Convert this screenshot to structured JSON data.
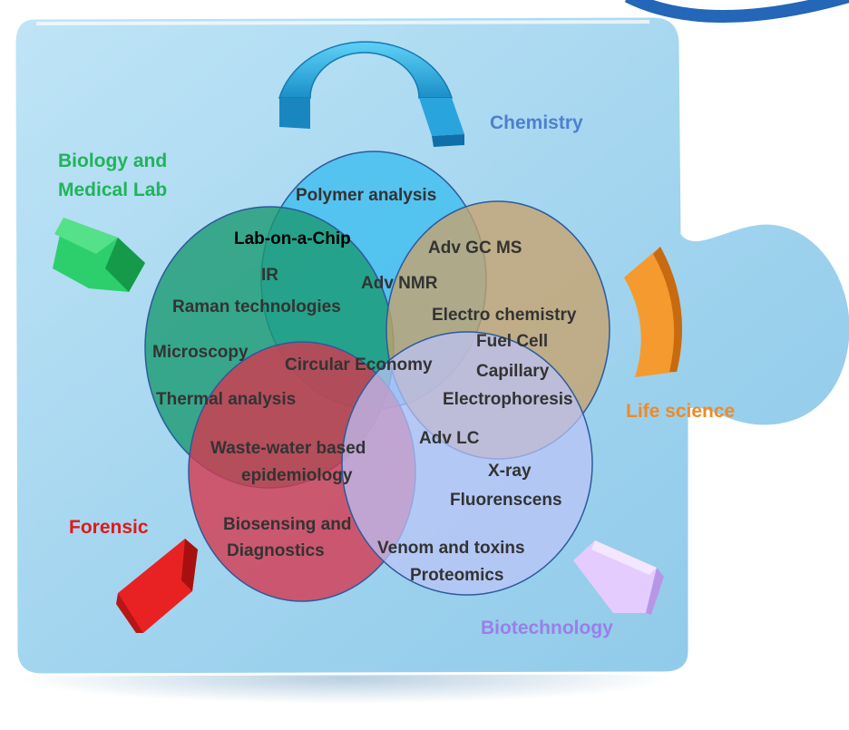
{
  "categories": {
    "chemistry": {
      "label": "Chemistry",
      "color": "#4f7fcf"
    },
    "biology": {
      "line1": "Biology and",
      "line2": "Medical Lab",
      "color": "#21b35b"
    },
    "life_science": {
      "label": "Life science",
      "color": "#f08a24"
    },
    "forensic": {
      "label": "Forensic",
      "color": "#e01919"
    },
    "biotechnology": {
      "label": "Biotechnology",
      "color": "#9b7ee8"
    }
  },
  "circle_colors": {
    "chemistry": "#3bbcf0",
    "biology": "#1a9a72",
    "life_science": "#c8a26c",
    "forensic": "#d4384f",
    "biotechnology": "#bcc4f8"
  },
  "topics": {
    "polymer": "Polymer analysis",
    "lab_on_chip": "Lab-on-a-Chip",
    "adv_gc_ms": "Adv GC MS",
    "ir": "IR",
    "adv_nmr": "Adv NMR",
    "raman": "Raman technologies",
    "electro_chem": "Electro chemistry",
    "fuel_cell": "Fuel Cell",
    "microscopy": "Microscopy",
    "circular_economy": "Circular Economy",
    "capillary": "Capillary",
    "electrophoresis": "Electrophoresis",
    "thermal": "Thermal analysis",
    "adv_lc": "Adv LC",
    "wastewater_1": "Waste-water based",
    "wastewater_2": "epidemiology",
    "xray": "X-ray",
    "fluorenscens": "Fluorenscens",
    "biosensing_1": "Biosensing and",
    "biosensing_2": "Diagnostics",
    "venom": "Venom and toxins",
    "proteomics": "Proteomics"
  }
}
